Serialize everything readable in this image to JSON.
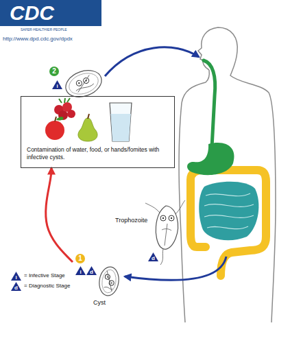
{
  "diagram": {
    "nodes": [
      {
        "text": [
          "2",
          "i"
        ]
      },
      {
        "text": [
          "Contamination of water, food, or hands/fomites with infective cysts."
        ]
      },
      {
        "text": [
          "Trophozoite",
          "d"
        ]
      },
      {
        "text": [
          "1",
          "i",
          "d",
          "Cyst"
        ]
      }
    ],
    "edges": [
      {
        "from": 3,
        "to": 1,
        "arrow": "to"
      }
    ],
    "labels": [
      "CDC",
      "SAFER·HEALTHIER·PEOPLE",
      "http://www.dpd.cdc.gov/dpdx",
      "i",
      "d"
    ],
    "legend": [
      {
        "text": "= Infective Stage"
      },
      {
        "text": "= Diagnostic Stage"
      }
    ]
  }
}
